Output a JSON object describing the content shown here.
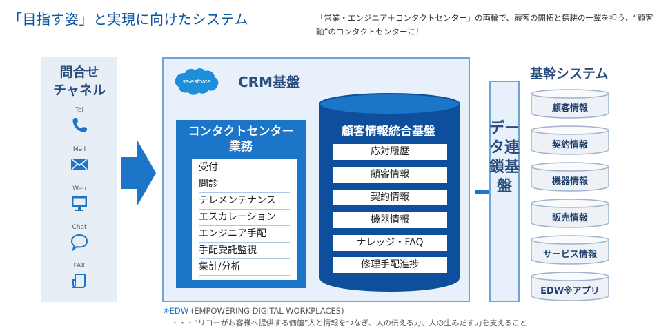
{
  "header": {
    "title": "「目指す姿」と実現に向けたシステム",
    "subtitle": "「営業・エンジニア＋コンタクトセンター」の両輪で、顧客の開拓と探耕の一翼を担う、“顧客軸”のコンタクトセンターに！"
  },
  "channels": {
    "title": "問合せ\nチャネル",
    "items": [
      {
        "label": "Tel",
        "icon": "phone-icon"
      },
      {
        "label": "Mail",
        "icon": "mail-icon"
      },
      {
        "label": "Web",
        "icon": "monitor-icon"
      },
      {
        "label": "Chat",
        "icon": "chat-icon"
      },
      {
        "label": "FAX",
        "icon": "fax-icon"
      }
    ]
  },
  "crm": {
    "logo_text": "salesforce",
    "title": "CRM基盤",
    "contact_center": {
      "title": "コンタクトセンター\n業務",
      "items": [
        "受付",
        "問診",
        "テレメンテナンス",
        "エスカレーション",
        "エンジニア手配",
        "手配受託監視",
        "集計/分析"
      ]
    },
    "customer_db": {
      "title": "顧客情報統合基盤",
      "items": [
        "応対履歴",
        "顧客情報",
        "契約情報",
        "機器情報",
        "ナレッジ・FAQ",
        "修理手配進捗"
      ]
    }
  },
  "integration": {
    "label": "データ連鎖基盤"
  },
  "core_systems": {
    "title": "基幹システム",
    "items": [
      "顧客情報",
      "契約情報",
      "機器情報",
      "販売情報",
      "サービス情報",
      "EDW※アプリ"
    ]
  },
  "footnote": {
    "mark": "※EDW",
    "expansion": "(EMPOWERING DIGITAL WORKPLACES)",
    "description": "・・・“リコーがお客様へ提供する価値”人と情報をつなぎ、人の伝える力、人の生みだす力を支えること"
  },
  "colors": {
    "primary": "#1b75c9",
    "dark_blue": "#0d4f9c",
    "heading": "#2a4f7c",
    "panel": "#e8f1fb"
  }
}
